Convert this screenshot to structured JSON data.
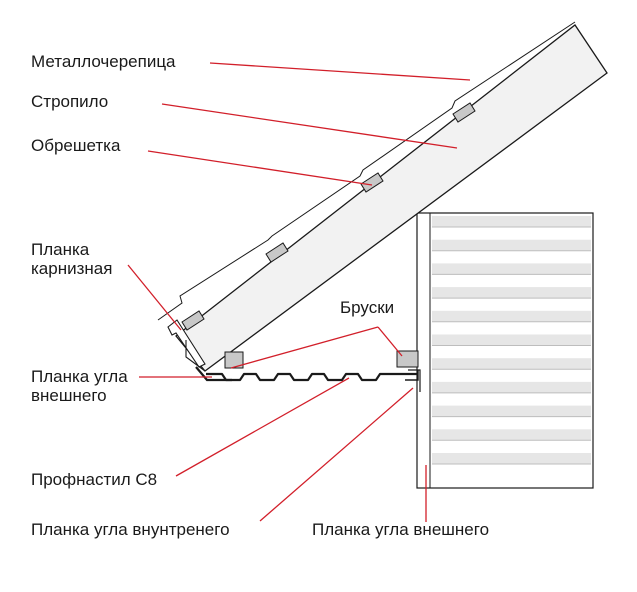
{
  "labels": {
    "metal_tile": "Металлочерепица",
    "rafter": "Стропило",
    "batten": "Обрешетка",
    "eave_strip": "Планка\nкарнизная",
    "outer_corner_strip_left": "Планка угла\nвнешнего",
    "bars": "Бруски",
    "profiled_sheet": "Профнастил С8",
    "inner_corner_strip": "Планка угла внунтренего",
    "outer_corner_strip_right": "Планка угла внешнего"
  },
  "colors": {
    "leader_line": "#d21f2a",
    "outline": "#1a1a1a",
    "fill_light": "#f2f2f2",
    "fill_bar": "#c8c8c8",
    "wall_stripe": "#e6e6e6"
  }
}
